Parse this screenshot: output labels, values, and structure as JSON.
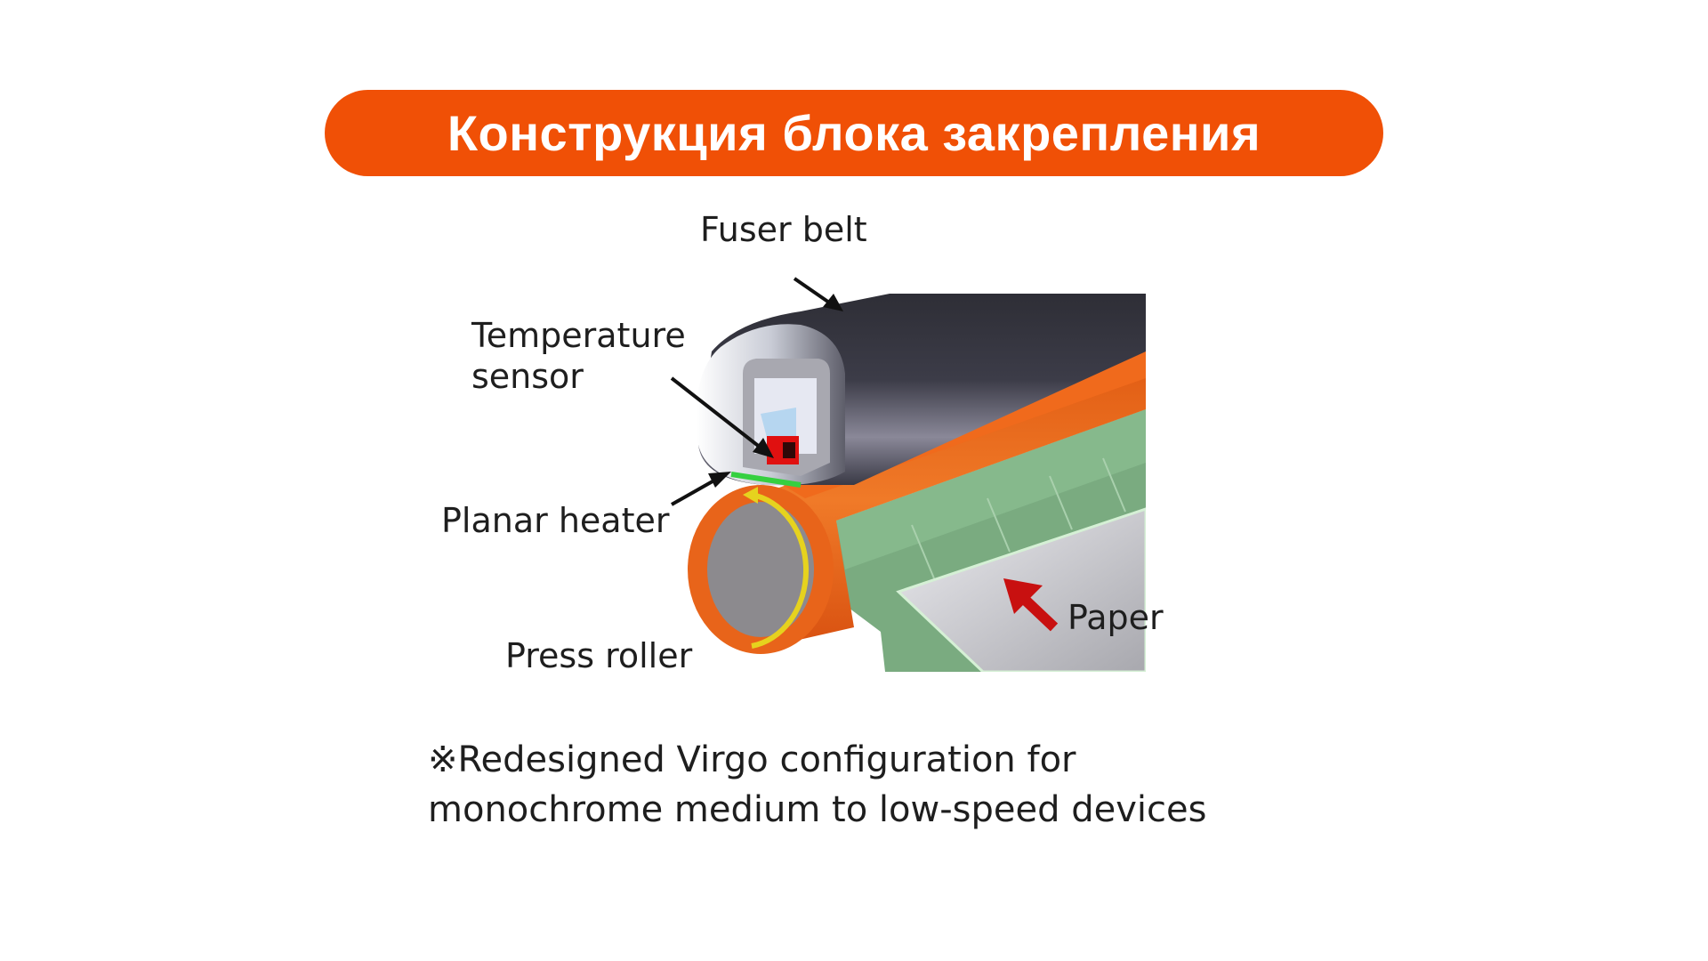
{
  "title": "Конструкция блока закрепления",
  "colors": {
    "accent": "#F05006",
    "title_text": "#FFFFFF",
    "fuser_belt": "#3A3A44",
    "press_roller_rubber": "#E8641A",
    "press_roller_core": "#8C8A8E",
    "rotation_arrow": "#E6D21E",
    "temperature_sensor": "#E01010",
    "planar_heater": "#35D040",
    "paper_guide": "#7BAE82",
    "paper": "#D6D6DA",
    "paper_arrow": "#C81010"
  },
  "diagram": {
    "labels": {
      "fuser_belt": "Fuser belt",
      "temperature_sensor_line1": "Temperature",
      "temperature_sensor_line2": "sensor",
      "planar_heater": "Planar heater",
      "press_roller": "Press roller",
      "paper": "Paper"
    },
    "caption": {
      "line1": "※Redesigned Virgo configuration for",
      "line2": "monochrome medium to low-speed devices"
    }
  }
}
